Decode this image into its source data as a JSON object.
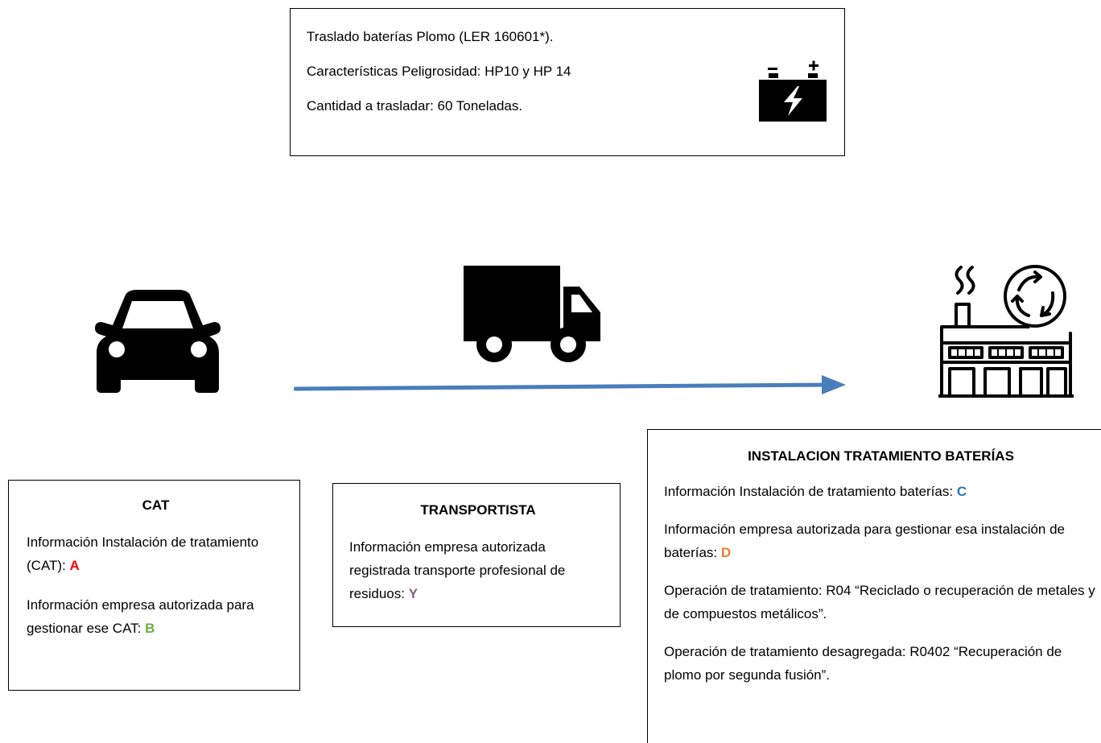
{
  "waste_box": {
    "line1": "Traslado baterías Plomo (LER 160601*).",
    "line2": "Características Peligrosidad: HP10 y HP 14",
    "line3": "Cantidad a trasladar: 60 Toneladas.",
    "icon": "battery-icon"
  },
  "icons": {
    "origin": "car-icon",
    "transport": "truck-icon",
    "destination": "recycling-factory-icon",
    "arrow_color": "#4A7EBB"
  },
  "cat": {
    "title": "CAT",
    "text1": "Información Instalación de tratamiento (CAT): ",
    "code1": "A",
    "code1_color": "#FF0000",
    "text2": "Información empresa autorizada para gestionar ese CAT: ",
    "code2": "B",
    "code2_color": "#70AD47"
  },
  "transport": {
    "title": "TRANSPORTISTA",
    "text1": "Información empresa autorizada registrada transporte profesional de residuos: ",
    "code1": "Y",
    "code1_color": "#7F6084"
  },
  "installation": {
    "title": "INSTALACION TRATAMIENTO BATERÍAS",
    "text1": "Información Instalación de tratamiento baterías: ",
    "code1": "C",
    "code1_color": "#2E75B6",
    "text2": "Información empresa autorizada para gestionar esa instalación de baterías: ",
    "code2": "D",
    "code2_color": "#ED7D31",
    "text3": "Operación de tratamiento: R04 “Reciclado o recuperación de metales y de compuestos metálicos”.",
    "text4": "Operación de tratamiento desagregada: R0402 “Recuperación de plomo por segunda fusión”."
  }
}
